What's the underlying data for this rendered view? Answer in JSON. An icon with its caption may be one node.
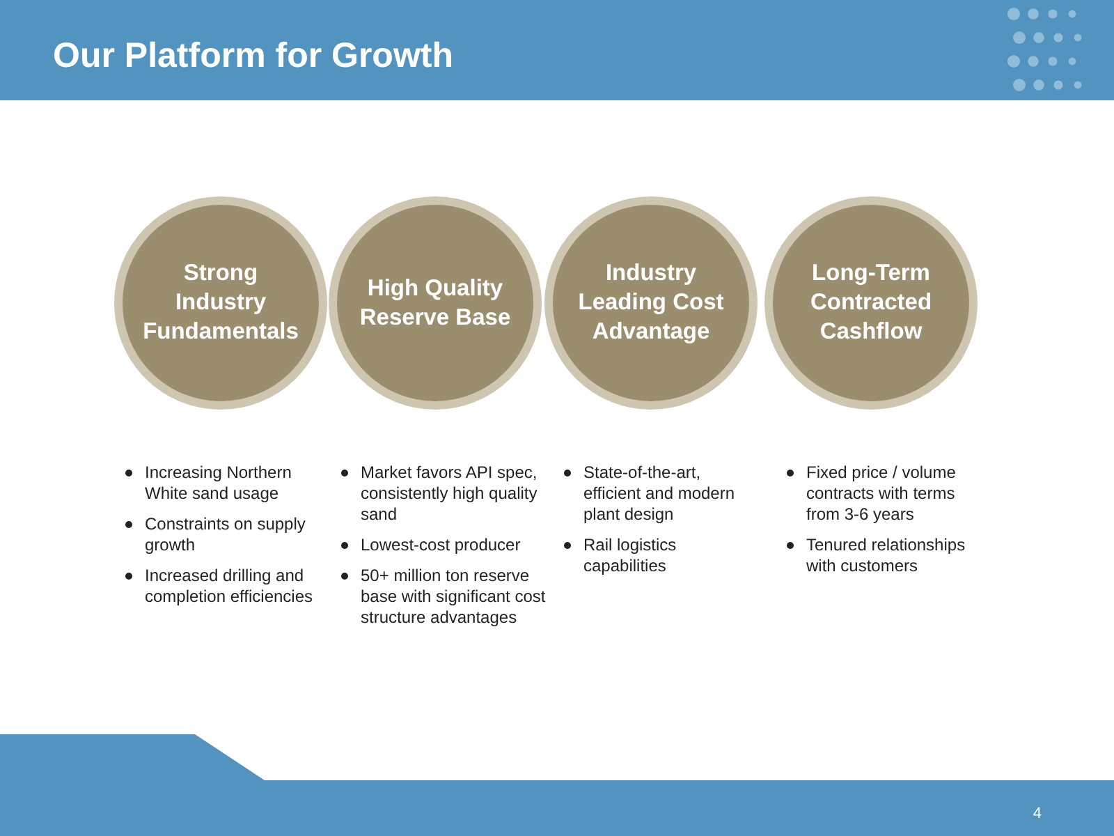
{
  "diagram": {
    "title": "Our Platform for Growth",
    "nodes": [
      {
        "text": [
          "Strong Industry Fundamentals"
        ],
        "beside": [
          "Increasing Northern White sand usage",
          "Constraints on supply growth",
          "Increased drilling and completion efficiencies"
        ]
      },
      {
        "text": [
          "High Quality Reserve Base"
        ],
        "beside": [
          "Market favors API spec, consistently high quality sand",
          "Lowest-cost producer",
          "50+ million ton reserve base with significant cost structure advantages"
        ]
      },
      {
        "text": [
          "Industry Leading Cost Advantage"
        ],
        "beside": [
          "State-of-the-art, efficient and modern plant design",
          "Rail logistics capabilities"
        ]
      },
      {
        "text": [
          "Long-Term Contracted Cashflow"
        ],
        "beside": [
          "Fixed price / volume contracts with terms from 3-6 years",
          "Tenured relationships with customers"
        ]
      }
    ],
    "labels": [
      "4"
    ]
  }
}
